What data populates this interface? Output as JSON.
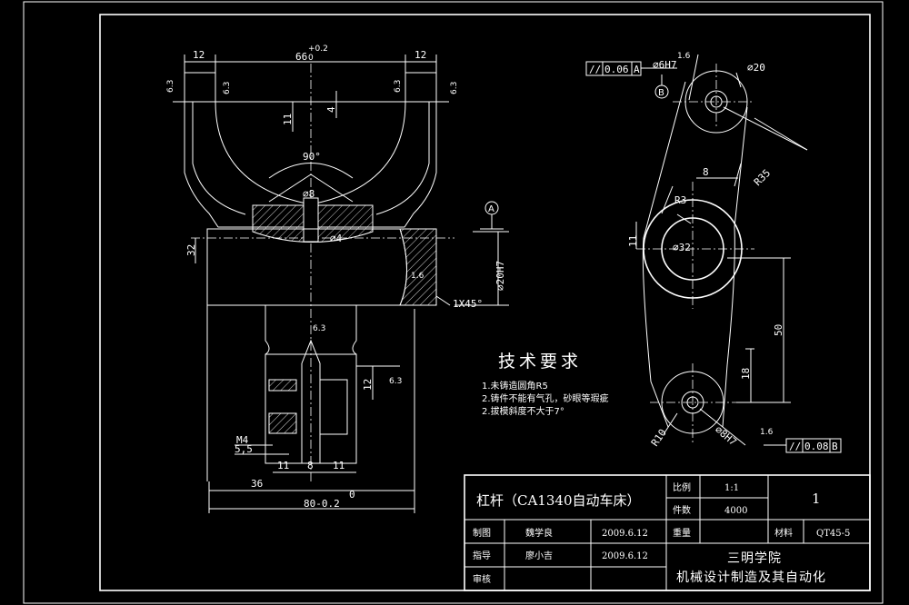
{
  "dimensions": {
    "top_left_12": "12",
    "top_66": "66",
    "top_66_tol": "+0.2",
    "top_66_tol2": "0",
    "top_right_12": "12",
    "rough_63_a": "6.3",
    "rough_63_b": "6.3",
    "rough_63_c": "6.3",
    "rough_63_d": "6.3",
    "rough_63_e": "6.3",
    "rough_63_f": "6.3",
    "rough_16_a": "1.6",
    "rough_16_b": "1.6",
    "rough_16_c": "1.6",
    "dim_11": "11",
    "dim_4": "4",
    "angle_90": "90°",
    "dia_8": "⌀8",
    "dia_4": "⌀4",
    "dim_32": "32",
    "dia_20h7": "⌀20H7",
    "chamfer": "1X45°",
    "datum_a": "A",
    "dim_12": "12",
    "m4": "M4",
    "dim_55": "5,5",
    "dim_11b": "11",
    "dim_8b": "8",
    "dim_11c": "11",
    "dim_36": "36",
    "dim_80": "80-0.2",
    "dim_80_tol": "0"
  },
  "right_view": {
    "tol1_sym": "//",
    "tol1_val": "0.06",
    "tol1_ref": "A",
    "dia_6h7_top": "⌀6H7",
    "dia_20": "⌀20",
    "datum_b": "B",
    "r35": "R35",
    "dim_8": "8",
    "r3": "R3",
    "dim_11": "11",
    "dia_32": "⌀32",
    "dim_50": "50",
    "dim_18": "18",
    "r10": "R10",
    "dia_8h7": "⌀8H7",
    "tol2_sym": "//",
    "tol2_val": "0.08",
    "tol2_ref": "B"
  },
  "tech": {
    "heading": "技术要求",
    "line1": "1.未铸造圆角R5",
    "line2": "2.铸件不能有气孔，砂眼等瑕疵",
    "line3": "2.拔模斜度不大于7°"
  },
  "titleblock": {
    "part_name": "杠杆（CA1340自动车床）",
    "label_scale": "比例",
    "scale": "1:1",
    "label_qty": "件数",
    "qty": "4000",
    "sheet_no": "1",
    "label_drawn": "制图",
    "drawn_by": "魏学良",
    "drawn_date": "2009.6.12",
    "label_weight": "重量",
    "label_material": "材料",
    "material": "QT45-5",
    "label_guide": "指导",
    "guide_by": "廖小吉",
    "guide_date": "2009.6.12",
    "school": "三明学院",
    "dept": "机械设计制造及其自动化",
    "label_review": "审核"
  }
}
